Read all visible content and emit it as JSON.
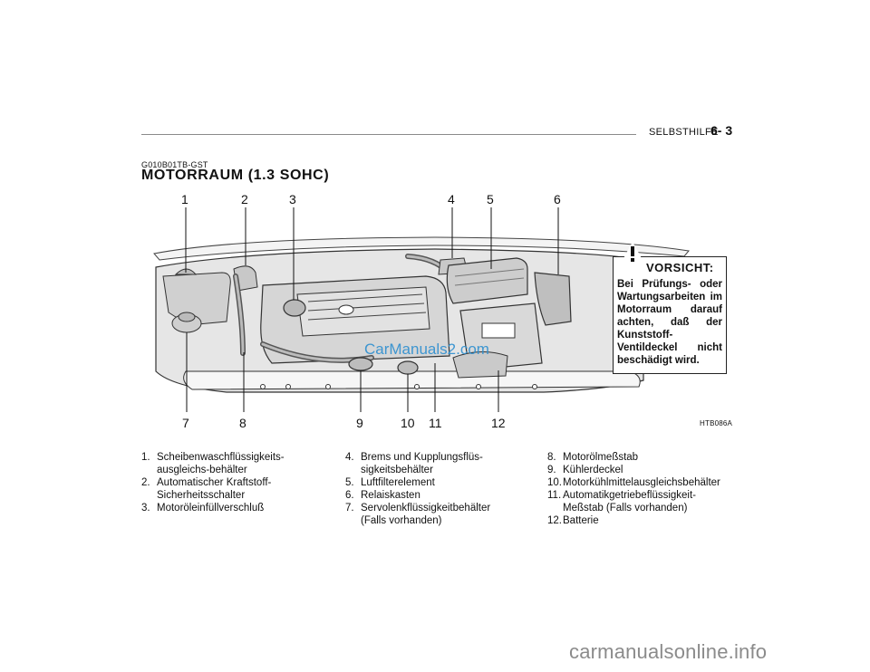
{
  "header": {
    "section": "SELBSTHILFE",
    "page_number": "6- 3"
  },
  "doc_code": "G010B01TB-GST",
  "title": "MOTORRAUM (1.3 SOHC)",
  "figure": {
    "callouts_top": [
      "1",
      "2",
      "3",
      "4",
      "5",
      "6"
    ],
    "callouts_bottom": [
      "7",
      "8",
      "9",
      "10",
      "11",
      "12"
    ],
    "overlay_text": "CarManuals2.com",
    "code": "HTB086A"
  },
  "warning": {
    "icon": "exclamation-icon",
    "title": "VORSICHT:",
    "text": "Bei Prüfungs- oder Wartungsarbeiten im Motorraum darauf achten, daß der Kunststoff-Ventildeckel nicht beschädigt wird."
  },
  "legend": {
    "col1": [
      {
        "num": "1.",
        "label": "Scheibenwaschflüssigkeits-\nausgleichs-behälter"
      },
      {
        "num": "2.",
        "label": "Automatischer Kraftstoff-\nSicherheitsschalter"
      },
      {
        "num": "3.",
        "label": "Motoröleinfüllverschluß"
      }
    ],
    "col2": [
      {
        "num": "4.",
        "label": "Brems und Kupplungsflüs-\nsigkeitsbehälter"
      },
      {
        "num": "5.",
        "label": "Luftfilterelement"
      },
      {
        "num": "6.",
        "label": "Relaiskasten"
      },
      {
        "num": "7.",
        "label": "Servolenkflüssigkeitbehälter\n(Falls vorhanden)"
      }
    ],
    "col3": [
      {
        "num": "8.",
        "label": "Motorölmeßstab"
      },
      {
        "num": "9.",
        "label": "Kühlerdeckel"
      },
      {
        "num": "10.",
        "label": "Motorkühlmittelausgleichsbehälter"
      },
      {
        "num": "11.",
        "label": "Automatikgetriebeflüssigkeit-\nMeßstab (Falls vorhanden)"
      },
      {
        "num": "12.",
        "label": "Batterie"
      }
    ]
  },
  "watermark": "carmanualsonline.info",
  "colors": {
    "text": "#111111",
    "rule": "#8a8a8a",
    "overlay": "#2d8fd0",
    "watermark": "#8b8b8b"
  }
}
